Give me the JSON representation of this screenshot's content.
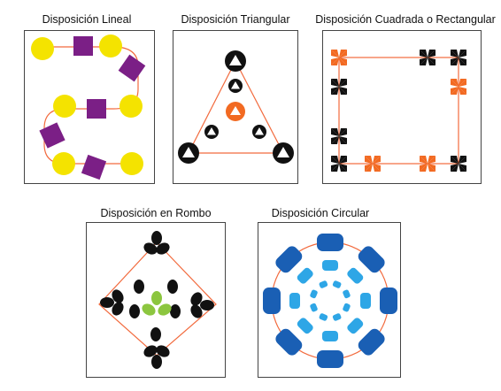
{
  "panels": [
    {
      "id": "lineal",
      "title": "Disposición Lineal"
    },
    {
      "id": "triangular",
      "title": "Disposición Triangular"
    },
    {
      "id": "rectangular",
      "title": "Disposición Cuadrada o Rectangular"
    },
    {
      "id": "rombo",
      "title": "Disposición en Rombo"
    },
    {
      "id": "circular",
      "title": "Disposición Circular"
    }
  ],
  "colors": {
    "guide_line": "#f26a3d",
    "yellow": "#f4e300",
    "purple": "#7b1f86",
    "orange": "#f26a22",
    "black": "#111111",
    "green": "#8cc63f",
    "blue_dark": "#1a5fb4",
    "blue_light": "#2ea6e6",
    "panel_border": "#444444"
  }
}
